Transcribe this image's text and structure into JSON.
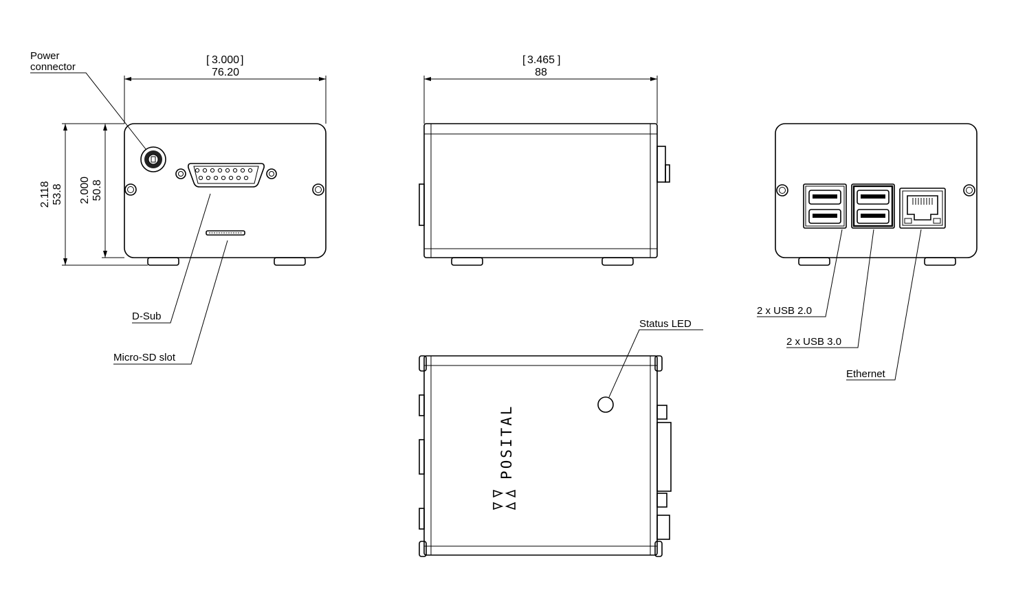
{
  "labels": {
    "power_connector_line1": "Power",
    "power_connector_line2": "connector",
    "dsub": "D-Sub",
    "microsd": "Micro-SD slot",
    "status_led": "Status LED",
    "usb2": "2 x USB 2.0",
    "usb3": "2 x USB 3.0",
    "ethernet": "Ethernet"
  },
  "dimensions": {
    "width_front_in": "3.000",
    "width_front_mm": "76.20",
    "width_side_in": "3.465",
    "width_side_mm": "88",
    "height_total_in": "2.118",
    "height_total_mm": "53.8",
    "height_body_in": "2.000",
    "height_body_mm": "50.8"
  },
  "brand": {
    "name": "POSITAL"
  }
}
